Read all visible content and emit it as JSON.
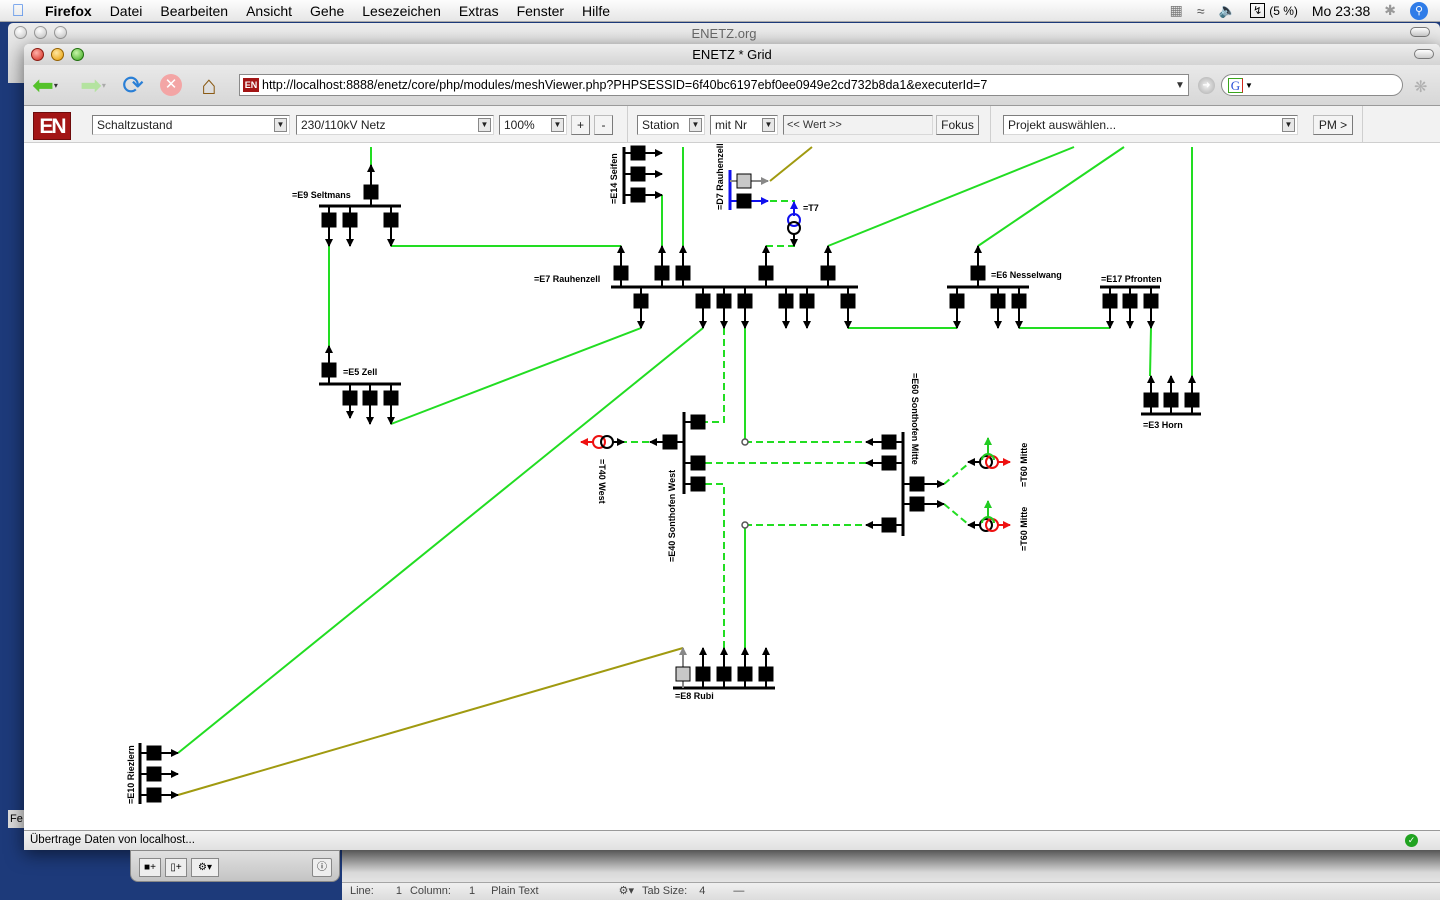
{
  "menubar": {
    "app": "Firefox",
    "items": [
      "Datei",
      "Bearbeiten",
      "Ansicht",
      "Gehe",
      "Lesezeichen",
      "Extras",
      "Fenster",
      "Hilfe"
    ],
    "battery": "(5 %)",
    "clock": "Mo 23:38"
  },
  "back_window": {
    "title": "ENETZ.org"
  },
  "browser": {
    "title": "ENETZ * Grid",
    "url": "http://localhost:8888/enetz/core/php/modules/meshViewer.php?PHPSESSID=6f40bc6197ebf0ee0949e2cd732b8da1&executerId=7",
    "favicon": "EN",
    "search_placeholder": "",
    "search_engine_icon": "G",
    "status": "Übertrage Daten von localhost..."
  },
  "toolbar": {
    "logo": "EN",
    "view_mode": "Schaltzustand",
    "network": "230/110kV Netz",
    "zoom": "100%",
    "zoom_in": "+",
    "zoom_out": "-",
    "search_type": "Station",
    "search_by": "mit Nr",
    "value_placeholder": "<< Wert >>",
    "focus_button": "Fokus",
    "project": "Projekt auswählen...",
    "pm_button": "PM >"
  },
  "grid": {
    "colors": {
      "line_green": "#22dd22",
      "line_olive": "#a09a10",
      "bus": "#000000",
      "d7_bus": "#1010ee",
      "transformer_red": "#ee1111"
    },
    "stations": [
      "=E9 Seltmans",
      "=E14 Seifen",
      "=D7 Rauhenzell",
      "=T7",
      "=E7 Rauhenzell",
      "=E6 Nesselwang",
      "=E17 Pfronten",
      "=E3 Horn",
      "=E5 Zell",
      "=E60 Sonthofen Mitte",
      "=T60 Mitte",
      "=T60 Mitte",
      "=T40 West",
      "=E40 Sonthofen West",
      "=E8 Rubi",
      "=E10 Riezlern"
    ]
  },
  "editor_status": {
    "line_label": "Line:",
    "line": "1",
    "column_label": "Column:",
    "column": "1",
    "syntax": "Plain Text",
    "tab_label": "Tab Size:",
    "tab": "4",
    "symbol": "—"
  },
  "partial_tab": "Fe"
}
